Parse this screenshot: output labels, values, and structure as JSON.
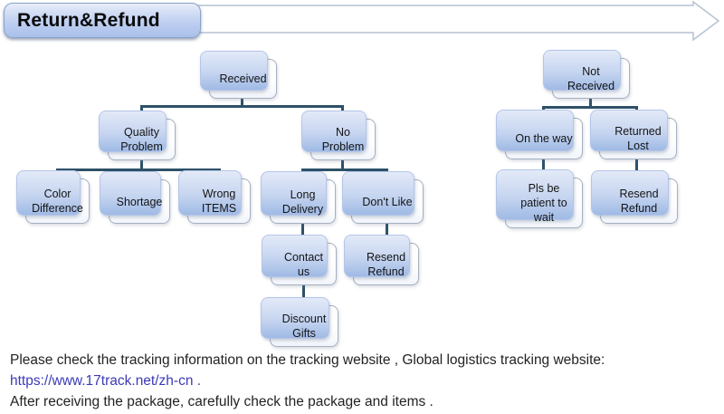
{
  "banner": {
    "title": "Return&Refund"
  },
  "nodes": {
    "received": {
      "label": "Received"
    },
    "quality_problem": {
      "label": "Quality Problem"
    },
    "no_problem": {
      "label": "No Problem"
    },
    "color_difference": {
      "label": "Color Difference"
    },
    "shortage": {
      "label": "Shortage"
    },
    "wrong_items": {
      "label": "Wrong ITEMS"
    },
    "long_delivery": {
      "label": "Long Delivery"
    },
    "dont_like": {
      "label": "Don't Like"
    },
    "contact_us": {
      "label": "Contact us"
    },
    "resend_refund_left": {
      "label": "Resend Refund"
    },
    "discount_gifts": {
      "label": "Discount Gifts"
    },
    "not_received": {
      "label": "Not Received"
    },
    "on_the_way": {
      "label": "On the way"
    },
    "returned_lost": {
      "label": "Returned Lost"
    },
    "pls_be_patient": {
      "label": "Pls be patient to wait"
    },
    "resend_refund_right": {
      "label": "Resend Refund"
    }
  },
  "footer": {
    "line1": "Please check the tracking information on the tracking website , Global logistics tracking website:",
    "link": "https://www.17track.net/zh-cn .",
    "line2": "After receiving the package, carefully check the package and items ."
  },
  "colors": {
    "connector": "#2e5168",
    "box_border": "#a6b0bf",
    "shadow_top": "#e3eaf8",
    "shadow_bottom": "#9fbae5",
    "banner_top": "#d9e3f6",
    "banner_bottom": "#aac0ea",
    "link": "#3b3ab8"
  }
}
